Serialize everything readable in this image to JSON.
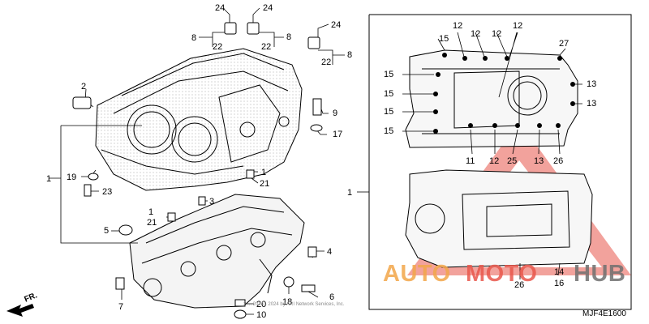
{
  "callouts": {
    "c24a": "24",
    "c24b": "24",
    "c24c": "24",
    "c8a": "8",
    "c8b": "8",
    "c8c": "8",
    "c22a": "22",
    "c22b": "22",
    "c22c": "22",
    "c2": "2",
    "c9": "9",
    "c17": "17",
    "c1a": "1",
    "c1b": "1",
    "c1c": "1",
    "c19": "19",
    "c23": "23",
    "c3": "3",
    "c21a": "21",
    "c21b": "21",
    "c5": "5",
    "c4": "4",
    "c7": "7",
    "c18": "18",
    "c6": "6",
    "c20": "20",
    "c10": "10",
    "c15a": "15",
    "c15b": "15",
    "c15c": "15",
    "c15d": "15",
    "c15e": "15",
    "c12a": "12",
    "c12b": "12",
    "c12c": "12",
    "c12d": "12",
    "c12e": "12",
    "c27": "27",
    "c13a": "13",
    "c13b": "13",
    "c13c": "13",
    "c11": "11",
    "c25": "25",
    "c26a": "26",
    "c26b": "26",
    "c14": "14",
    "c16": "16"
  },
  "watermark": {
    "auto": "AUTO",
    "moto": "MOTO",
    "hub": "HUB",
    "colors": {
      "auto": "#f3a64a",
      "moto": "#e9574c",
      "hub": "#707070"
    }
  },
  "direction_label": "FR.",
  "drawing_code": "MJF4E1600",
  "copyright": "2 ... 2024 - 2024 by ARI Network Services, Inc."
}
